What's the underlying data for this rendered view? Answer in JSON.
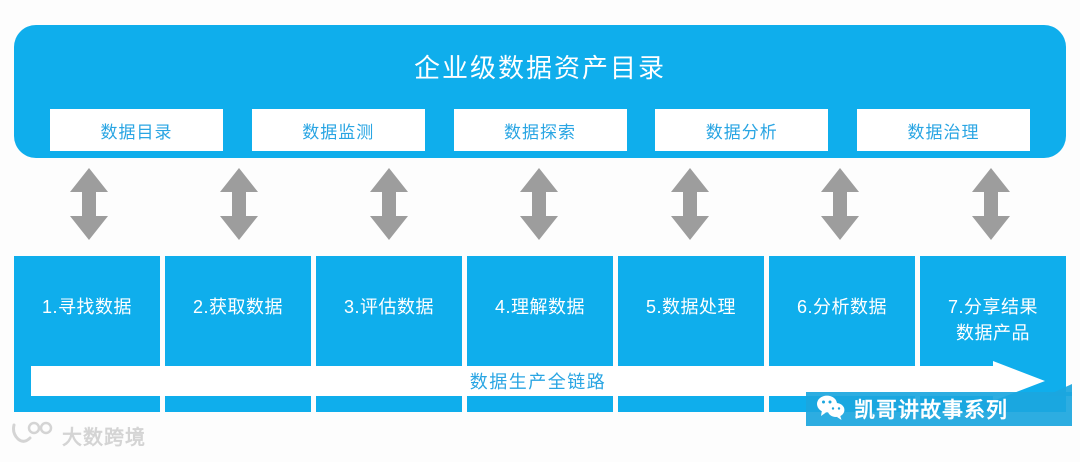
{
  "diagram": {
    "title": "企业级数据资产目录",
    "banner_color": "#0FAEEC",
    "banner_text_color": "#FFFFFF",
    "button_text_color": "#29A5E3",
    "connector_color": "#9D9D9D",
    "capabilities": [
      {
        "label": "数据目录"
      },
      {
        "label": "数据监测"
      },
      {
        "label": "数据探索"
      },
      {
        "label": "数据分析"
      },
      {
        "label": "数据治理"
      }
    ],
    "connectors": [
      {
        "name": "bidirectional-arrow-1"
      },
      {
        "name": "bidirectional-arrow-2"
      },
      {
        "name": "bidirectional-arrow-3"
      },
      {
        "name": "bidirectional-arrow-4"
      },
      {
        "name": "bidirectional-arrow-5"
      },
      {
        "name": "bidirectional-arrow-6"
      },
      {
        "name": "bidirectional-arrow-7"
      }
    ],
    "process_steps": [
      {
        "number": "1.",
        "label": "1.寻找数据"
      },
      {
        "number": "2.",
        "label": "2.获取数据"
      },
      {
        "number": "3.",
        "label": "3.评估数据"
      },
      {
        "number": "4.",
        "label": "4.理解数据"
      },
      {
        "number": "5.",
        "label": "5.数据处理"
      },
      {
        "number": "6.",
        "label": "6.分析数据"
      },
      {
        "number": "7.",
        "label": "7.分享结果\n数据产品"
      }
    ],
    "chain_arrow": {
      "label": "数据生产全链路",
      "fill": "#FFFFFF",
      "text_color": "#29A5E3",
      "direction": "right"
    }
  },
  "watermarks": {
    "bottom_left": {
      "text": "大数跨境",
      "icon": "dashujingjing-logo-icon"
    },
    "bottom_right": {
      "text": "凯哥讲故事系列",
      "icon": "wechat-icon",
      "background": "#1BA6DE"
    }
  }
}
